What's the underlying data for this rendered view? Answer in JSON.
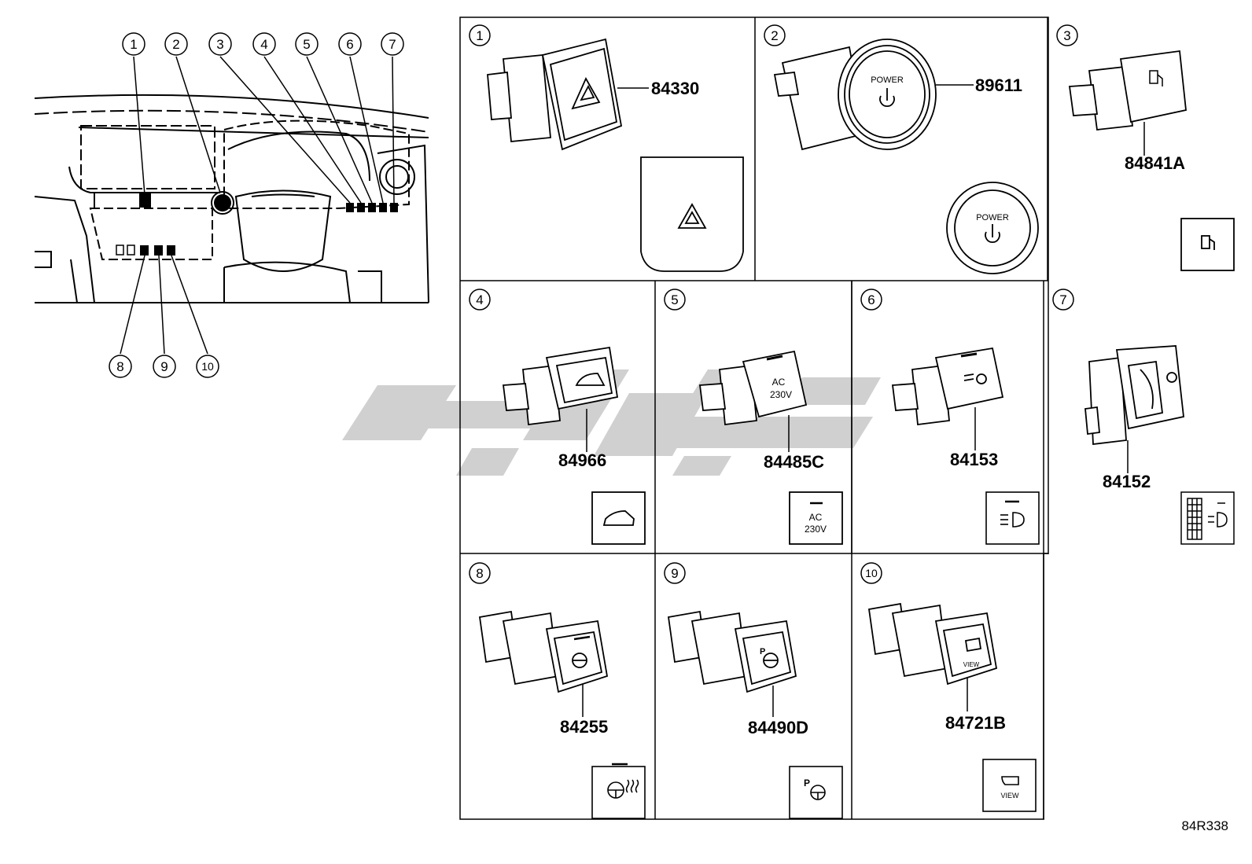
{
  "callouts": {
    "dash": [
      "1",
      "2",
      "3",
      "4",
      "5",
      "6",
      "7"
    ],
    "bottom": [
      "8",
      "9",
      "10"
    ]
  },
  "cells": [
    {
      "index": "1",
      "part": "84330"
    },
    {
      "index": "2",
      "part": "89611",
      "button_text": "POWER"
    },
    {
      "index": "3",
      "part": "84841A"
    },
    {
      "index": "4",
      "part": "84966"
    },
    {
      "index": "5",
      "part": "84485C",
      "button_text_top": "AC",
      "button_text_bottom": "230V"
    },
    {
      "index": "6",
      "part": "84153"
    },
    {
      "index": "7",
      "part": "84152"
    },
    {
      "index": "8",
      "part": "84255"
    },
    {
      "index": "9",
      "part": "84490D"
    },
    {
      "index": "10",
      "part": "84721B",
      "button_text": "VIEW"
    }
  ],
  "diagram_ref": "84R338",
  "watermark_color": "#d0d0d0"
}
